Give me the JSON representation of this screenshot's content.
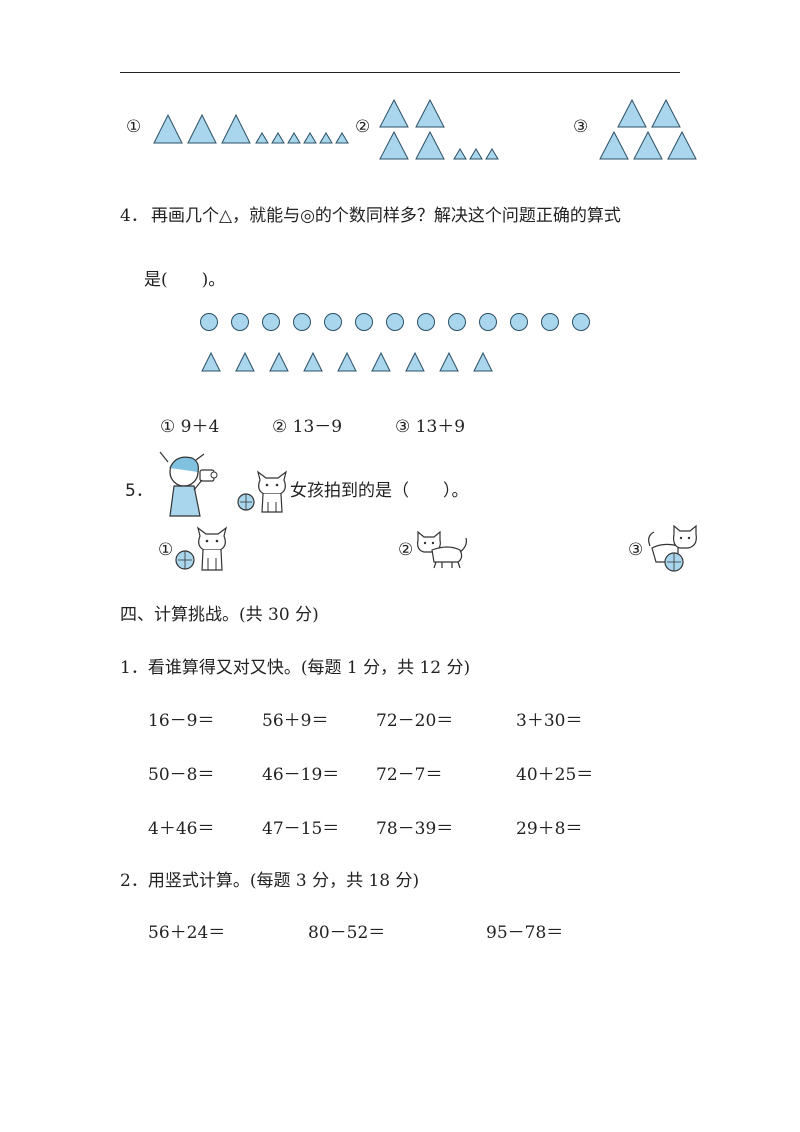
{
  "prev_question_options": [
    "①",
    "②",
    "③"
  ],
  "q4": {
    "number": "4．",
    "question_line1": "再画几个△，就能与◎的个数同样多？解决这个问题正确的算式",
    "question_line2": "是(　　)。",
    "circle_count": 13,
    "triangle_count": 9,
    "options": [
      "①  9＋4",
      "②  13－9",
      "③  13＋9"
    ]
  },
  "q5": {
    "number": "5．",
    "question": "女孩拍到的是（　　）。",
    "options": [
      "①",
      "②",
      "③"
    ]
  },
  "section4": {
    "heading": "四、计算挑战。(共 30 分)",
    "part1_heading": "1．看谁算得又对又快。(每题 1 分，共 12 分)",
    "part1_rows": [
      [
        "16－9＝",
        "56＋9＝",
        "72－20＝",
        "3＋30＝"
      ],
      [
        "50－8＝",
        "46－19＝",
        "72－7＝",
        "40＋25＝"
      ],
      [
        "4＋46＝",
        "47－15＝",
        "78－39＝",
        "29＋8＝"
      ]
    ],
    "part2_heading": "2．用竖式计算。(每题 3 分，共 18 分)",
    "part2_row": [
      "56＋24＝",
      "80－52＝",
      "95－78＝"
    ]
  },
  "colors": {
    "shape_fill": "#a9d6ec",
    "shape_stroke": "#2a4f66"
  }
}
